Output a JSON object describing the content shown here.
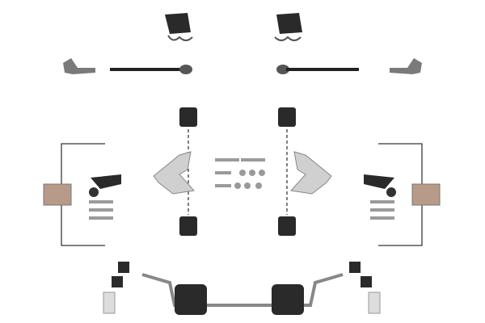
{
  "colors": {
    "background": "#ffffff",
    "rubber": "#2a2a2a",
    "metal": "#9a9a9a",
    "metal_light": "#cfcfcf",
    "line": "#000000"
  },
  "parts": [
    "steering-boot-left",
    "steering-boot-right",
    "tie-rod-end-left",
    "tie-rod-end-right",
    "inner-tie-rod-left",
    "inner-tie-rod-right",
    "control-arm-left",
    "control-arm-right",
    "control-arm-bushing",
    "ball-joint-left",
    "ball-joint-right",
    "bolt-kit",
    "stabilizer-bar",
    "stabilizer-bushing",
    "stabilizer-link"
  ]
}
